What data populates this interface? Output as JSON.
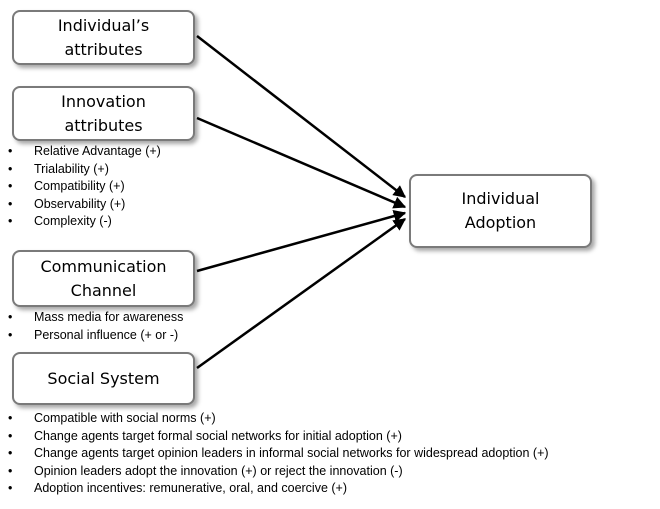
{
  "nodes": {
    "individual_attributes": {
      "line1": "Individual’s",
      "line2": "attributes"
    },
    "innovation_attributes": {
      "line1": "Innovation",
      "line2": "attributes"
    },
    "communication_channel": {
      "line1": "Communication",
      "line2": "Channel"
    },
    "social_system": {
      "line1": "Social System"
    },
    "individual_adoption": {
      "line1": "Individual",
      "line2": "Adoption"
    }
  },
  "innovation_bullets": [
    "Relative Advantage (+)",
    "Trialability (+)",
    "Compatibility (+)",
    "Observability (+)",
    "Complexity (-)"
  ],
  "communication_bullets": [
    "Mass media for awareness",
    "Personal influence (+ or -)"
  ],
  "social_bullets": [
    "Compatible with social norms (+)",
    "Change agents target formal social networks for initial adoption (+)",
    "Change agents target opinion leaders in informal social networks for widespread adoption (+)",
    "Opinion leaders adopt the innovation (+) or reject the innovation (-)",
    "Adoption incentives: remunerative, oral, and coercive (+)"
  ],
  "colors": {
    "box_border": "#7a7a7a",
    "arrow": "#000000"
  }
}
